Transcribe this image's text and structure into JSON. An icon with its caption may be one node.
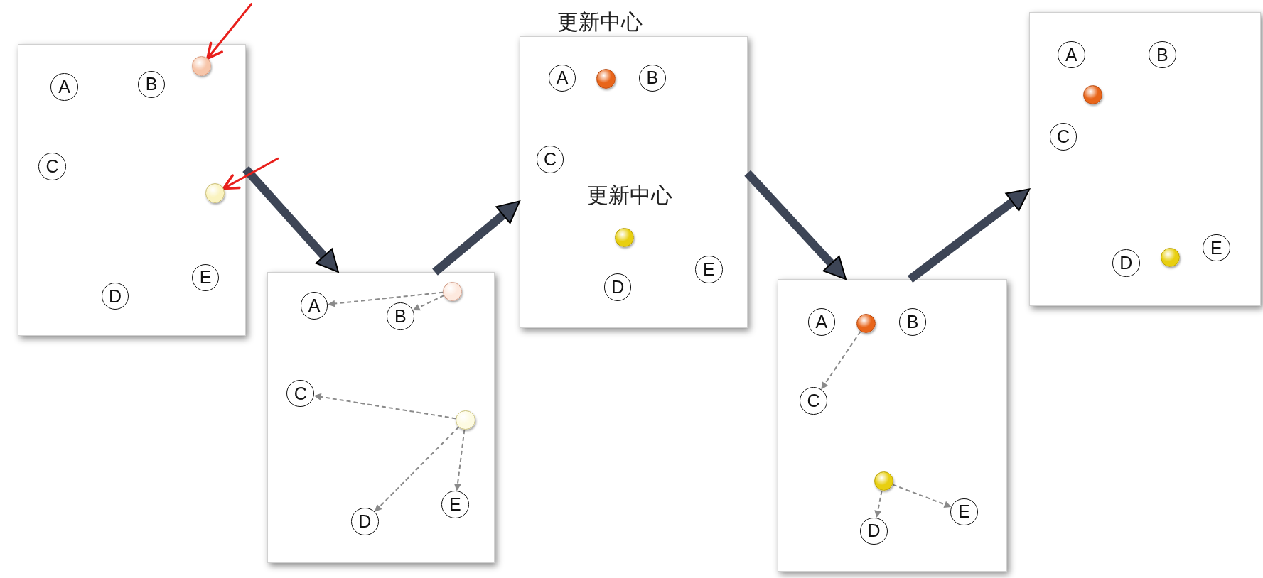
{
  "diagram": {
    "nodes": [
      {
        "text": [],
        "shape": "box"
      },
      {
        "text": [
          "A"
        ],
        "in": 0
      },
      {
        "text": [
          "B"
        ],
        "in": 0
      },
      {
        "text": [
          "C"
        ],
        "in": 0
      },
      {
        "text": [
          "D"
        ],
        "in": 0
      },
      {
        "text": [
          "E"
        ],
        "in": 0
      },
      {
        "text": [],
        "shape": "circle",
        "in": 0
      },
      {
        "text": [],
        "shape": "circle",
        "in": 0
      },
      {
        "text": [],
        "shape": "box"
      },
      {
        "text": [
          "A"
        ],
        "in": 8
      },
      {
        "text": [
          "B"
        ],
        "in": 8
      },
      {
        "text": [
          "C"
        ],
        "in": 8
      },
      {
        "text": [
          "D"
        ],
        "in": 8
      },
      {
        "text": [
          "E"
        ],
        "in": 8
      },
      {
        "text": [],
        "shape": "circle",
        "in": 8
      },
      {
        "text": [],
        "shape": "circle",
        "in": 8
      },
      {
        "text": [],
        "shape": "box"
      },
      {
        "text": [
          "A"
        ],
        "in": 16
      },
      {
        "text": [
          "B"
        ],
        "in": 16
      },
      {
        "text": [
          "C"
        ],
        "in": 16
      },
      {
        "text": [
          "D"
        ],
        "in": 16
      },
      {
        "text": [
          "E"
        ],
        "in": 16
      },
      {
        "text": [],
        "shape": "circle",
        "in": 16,
        "beside": [
          "更新中心"
        ]
      },
      {
        "text": [],
        "shape": "circle",
        "in": 16,
        "beside": [
          "更新中心"
        ]
      },
      {
        "text": [],
        "shape": "box"
      },
      {
        "text": [
          "A"
        ],
        "in": 24
      },
      {
        "text": [
          "B"
        ],
        "in": 24
      },
      {
        "text": [
          "C"
        ],
        "in": 24
      },
      {
        "text": [
          "D"
        ],
        "in": 24
      },
      {
        "text": [
          "E"
        ],
        "in": 24
      },
      {
        "text": [],
        "shape": "circle",
        "in": 24
      },
      {
        "text": [],
        "shape": "circle",
        "in": 24
      },
      {
        "text": [],
        "shape": "box"
      },
      {
        "text": [
          "A"
        ],
        "in": 32
      },
      {
        "text": [
          "B"
        ],
        "in": 32
      },
      {
        "text": [
          "C"
        ],
        "in": 32
      },
      {
        "text": [
          "D"
        ],
        "in": 32
      },
      {
        "text": [
          "E"
        ],
        "in": 32
      },
      {
        "text": [],
        "shape": "circle",
        "in": 32
      },
      {
        "text": [],
        "shape": "circle",
        "in": 32
      }
    ],
    "edges": [
      {
        "from": 0,
        "to": 8,
        "arrow": "to",
        "style": "thick"
      },
      {
        "from": 8,
        "to": 16,
        "arrow": "to",
        "style": "thick"
      },
      {
        "from": 16,
        "to": 24,
        "arrow": "to",
        "style": "thick"
      },
      {
        "from": 24,
        "to": 32,
        "arrow": "to",
        "style": "thick"
      },
      {
        "from": null,
        "to": 6,
        "arrow": "to",
        "color": "#e8201c"
      },
      {
        "from": null,
        "to": 7,
        "arrow": "to",
        "color": "#e8201c"
      },
      {
        "from": 14,
        "to": 9,
        "arrow": "to",
        "style": "dashed"
      },
      {
        "from": 14,
        "to": 10,
        "arrow": "to",
        "style": "dashed"
      },
      {
        "from": 15,
        "to": 11,
        "arrow": "to",
        "style": "dashed"
      },
      {
        "from": 15,
        "to": 12,
        "arrow": "to",
        "style": "dashed"
      },
      {
        "from": 15,
        "to": 13,
        "arrow": "to",
        "style": "dashed"
      },
      {
        "from": 30,
        "to": 27,
        "arrow": "to",
        "style": "dashed"
      },
      {
        "from": 31,
        "to": 28,
        "arrow": "to",
        "style": "dashed"
      },
      {
        "from": 31,
        "to": 29,
        "arrow": "to",
        "style": "dashed"
      }
    ]
  }
}
